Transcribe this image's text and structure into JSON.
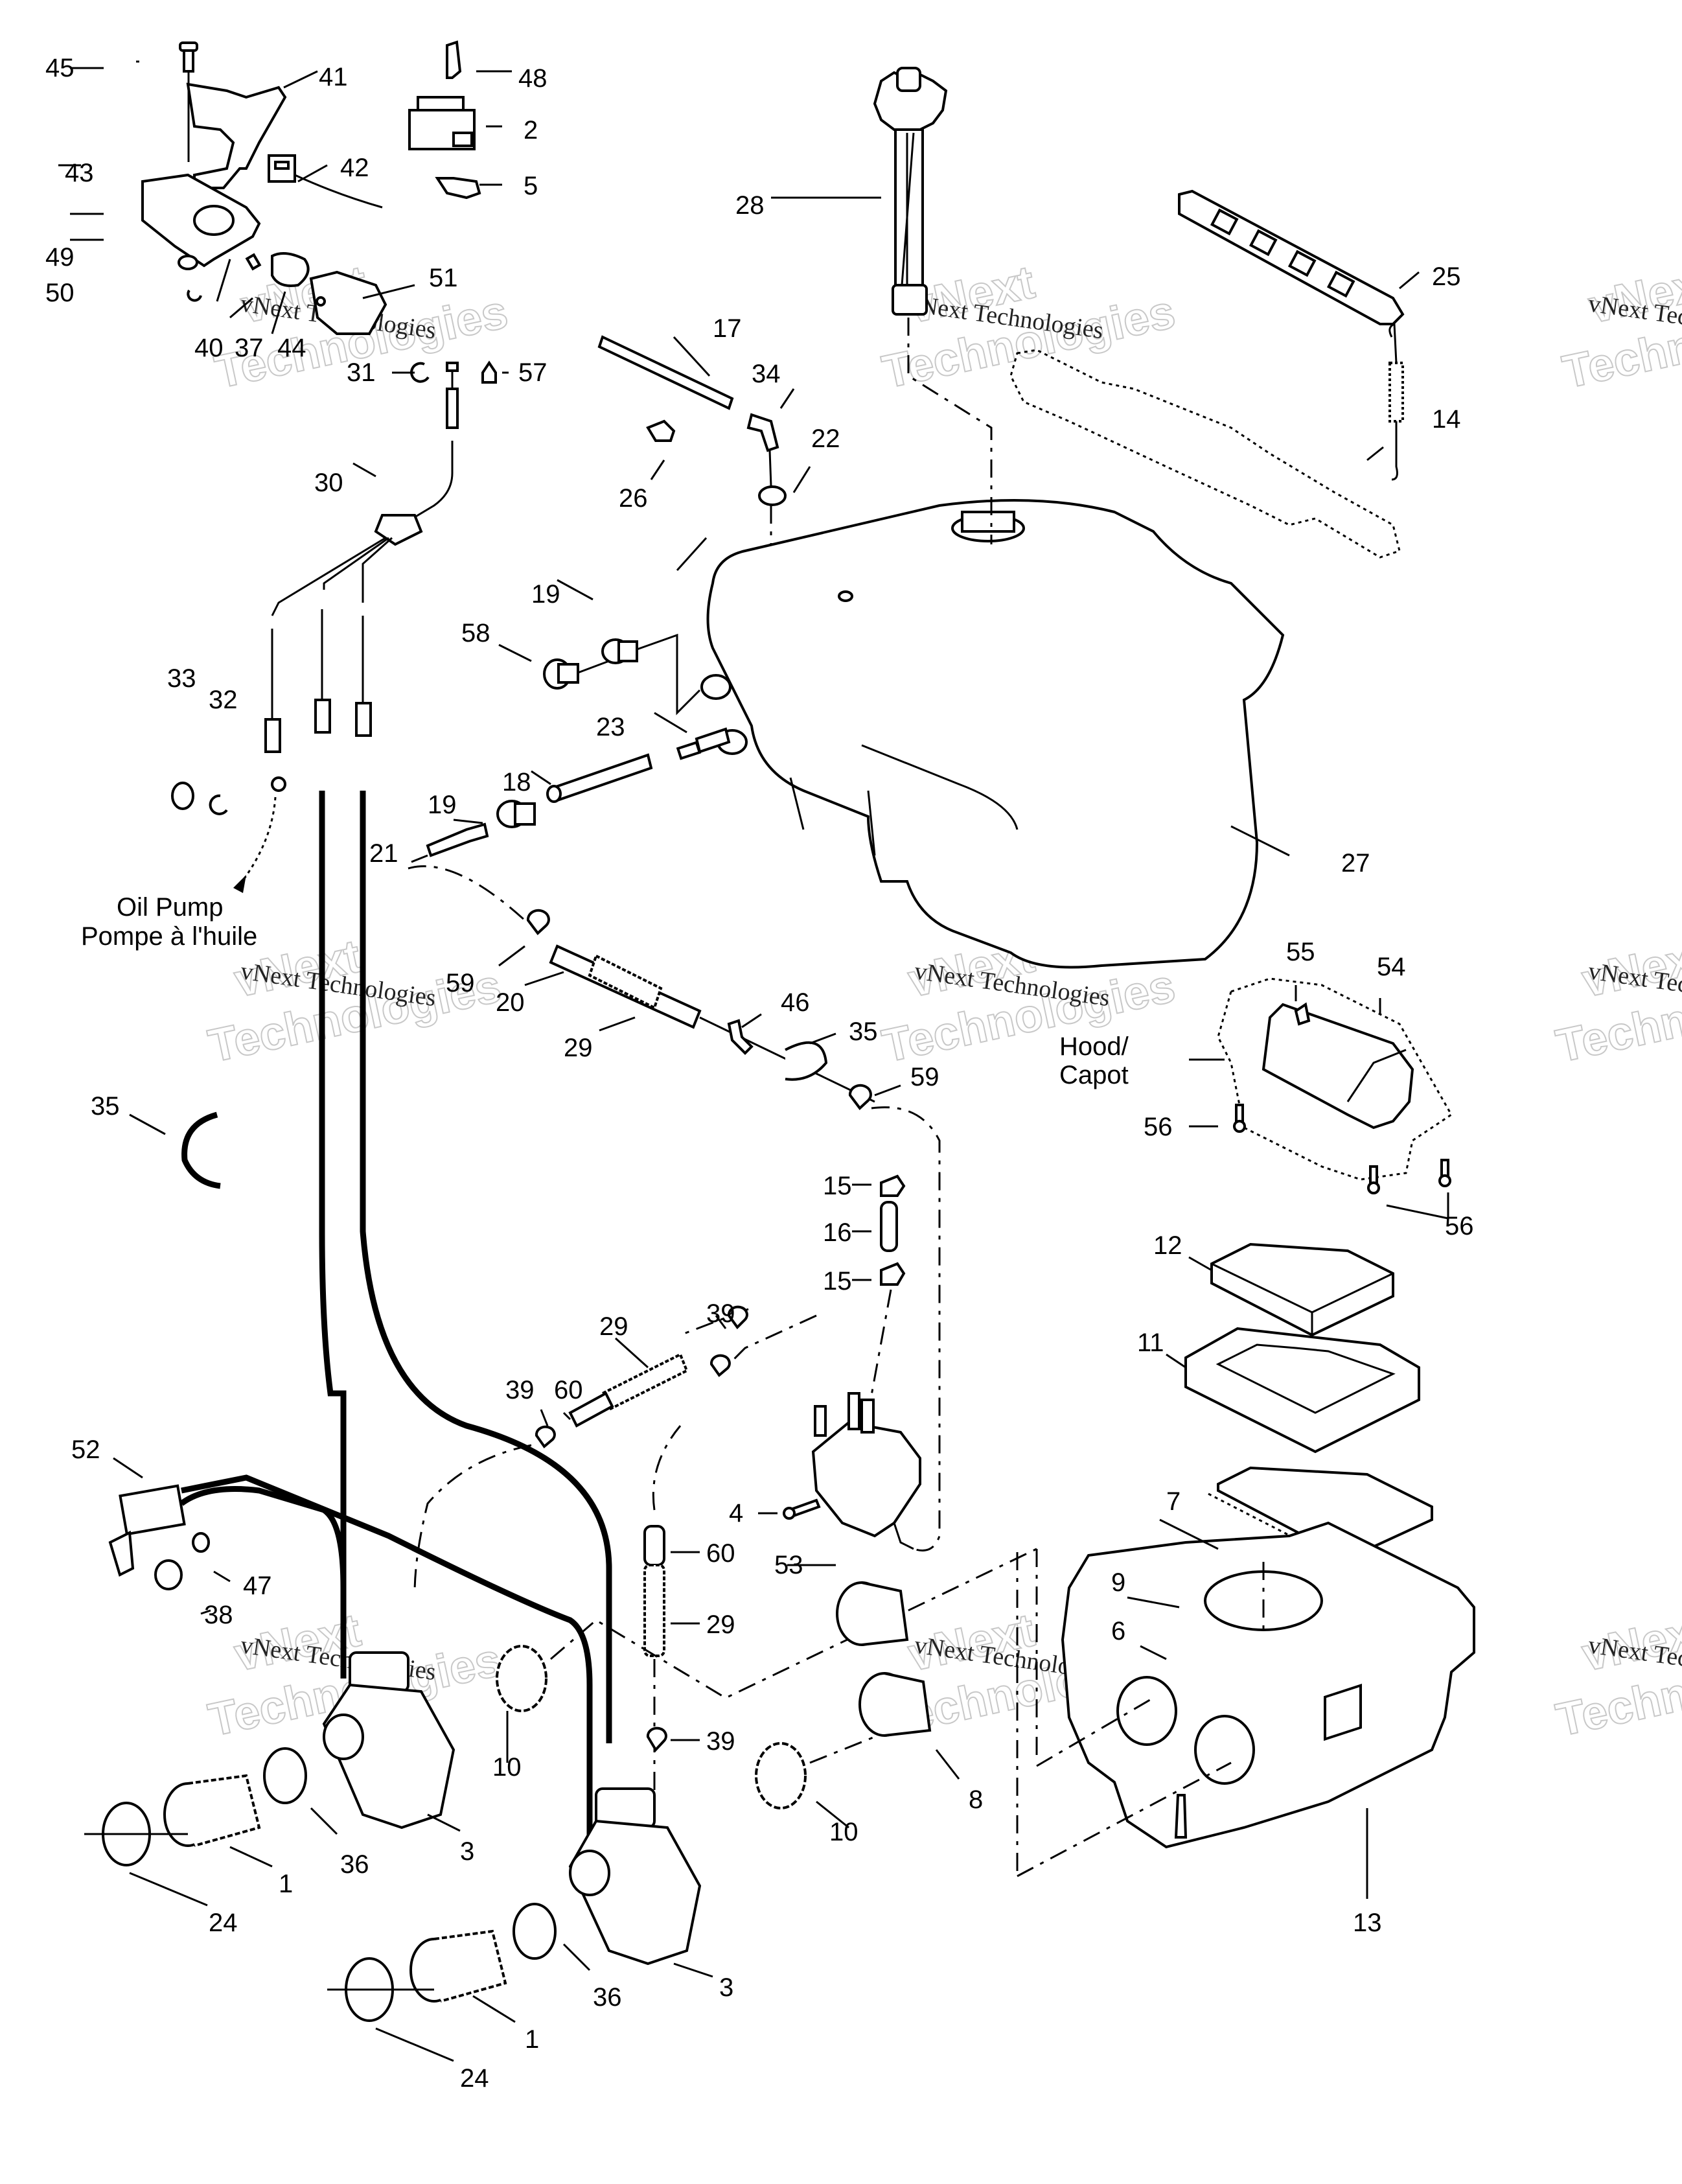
{
  "diagram": {
    "title": "Carburetor / Fuel Tank exploded parts diagram",
    "callouts": {
      "c1a": "1",
      "c1b": "1",
      "c2": "2",
      "c3a": "3",
      "c3b": "3",
      "c4": "4",
      "c5": "5",
      "c6": "6",
      "c7": "7",
      "c8": "8",
      "c9": "9",
      "c10a": "10",
      "c10b": "10",
      "c11": "11",
      "c12": "12",
      "c13": "13",
      "c14": "14",
      "c15a": "15",
      "c15b": "15",
      "c16": "16",
      "c17": "17",
      "c18": "18",
      "c19a": "19",
      "c19b": "19",
      "c20": "20",
      "c21": "21",
      "c22": "22",
      "c23": "23",
      "c24a": "24",
      "c24b": "24",
      "c25": "25",
      "c26": "26",
      "c27": "27",
      "c28": "28",
      "c29a": "29",
      "c29b": "29",
      "c29c": "29",
      "c30": "30",
      "c31": "31",
      "c32": "32",
      "c33": "33",
      "c34": "34",
      "c35a": "35",
      "c35b": "35",
      "c36a": "36",
      "c36b": "36",
      "c37": "37",
      "c38": "38",
      "c39a": "39",
      "c39b": "39",
      "c39c": "39",
      "c40": "40",
      "c41": "41",
      "c42": "42",
      "c43": "43",
      "c44": "44",
      "c45": "45",
      "c46": "46",
      "c47": "47",
      "c48": "48",
      "c49": "49",
      "c50": "50",
      "c51": "51",
      "c52": "52",
      "c53": "53",
      "c54": "54",
      "c55": "55",
      "c56a": "56",
      "c56b": "56",
      "c57": "57",
      "c58": "58",
      "c59a": "59",
      "c59b": "59",
      "c60a": "60",
      "c60b": "60"
    },
    "notes": {
      "oil_pump_en": "Oil Pump",
      "oil_pump_fr": "Pompe à l'huile",
      "hood_en": "Hood/",
      "hood_fr": "Capot"
    },
    "watermark": {
      "outline": "Technologies",
      "outline_top": "vNext",
      "text": "vNext Technologies"
    }
  }
}
